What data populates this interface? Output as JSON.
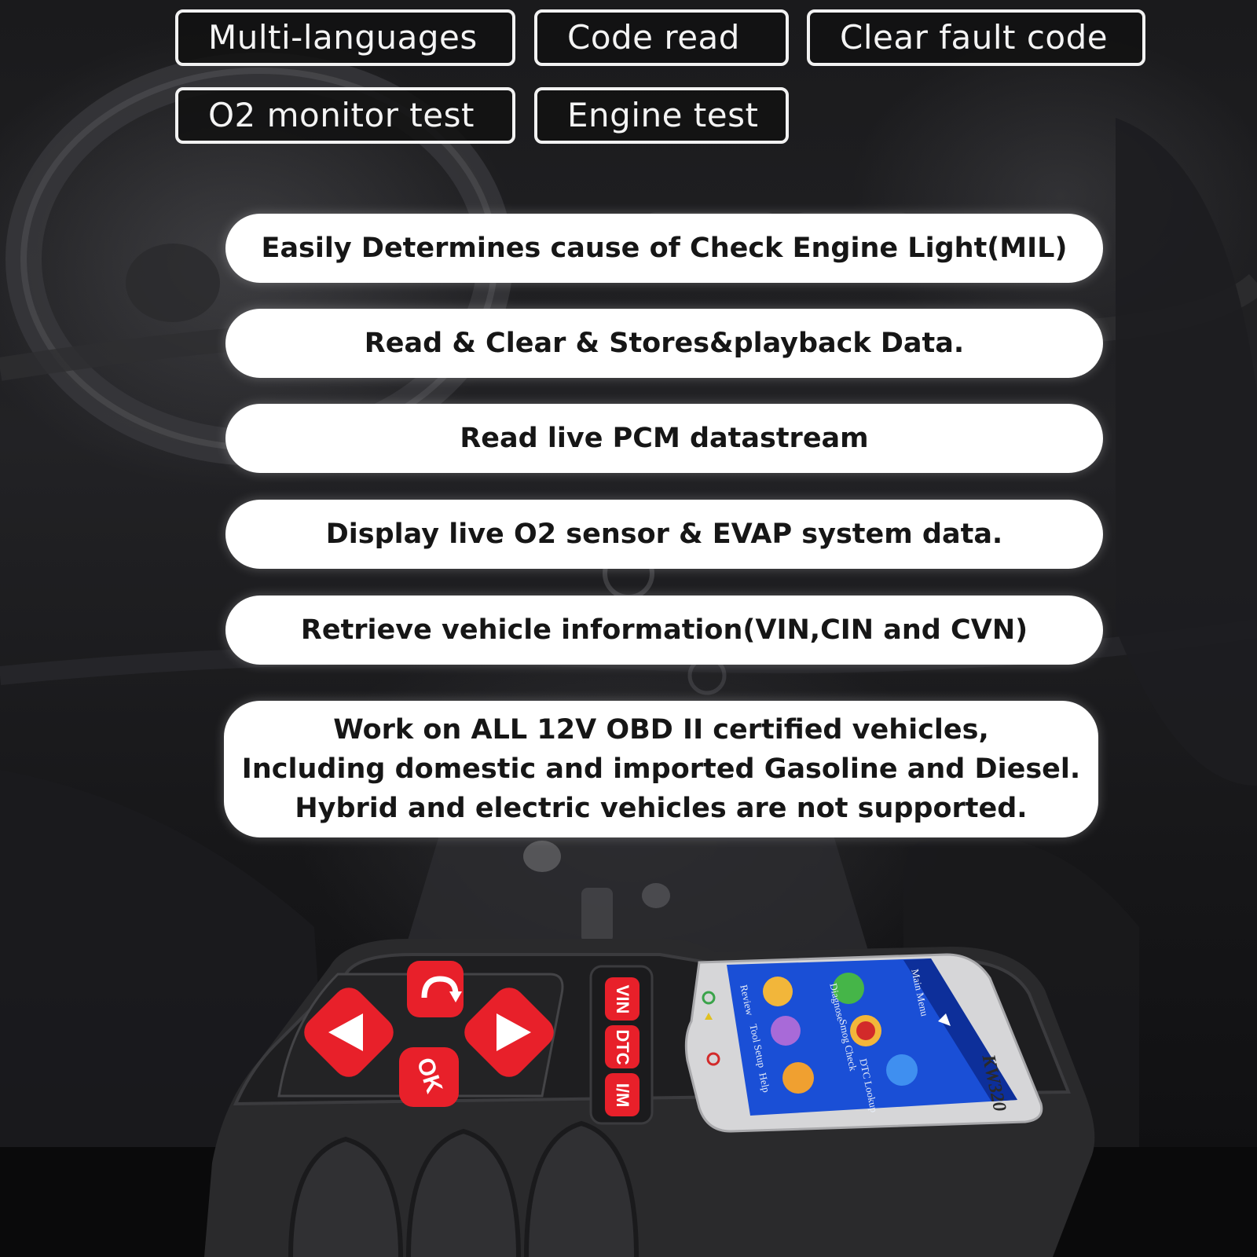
{
  "feature_tags": [
    "Multi-languages",
    "Code read",
    "Clear fault code",
    "O2 monitor test",
    "Engine test"
  ],
  "features": [
    "Easily Determines cause of Check Engine Light(MIL)",
    "Read & Clear & Stores&playback Data.",
    "Read live PCM datastream",
    "Display live O2 sensor & EVAP system data.",
    "Retrieve vehicle information(VIN,CIN and CVN)"
  ],
  "compatibility": {
    "line1": "Work on ALL 12V OBD II certified vehicles,",
    "line2": "Including domestic and imported Gasoline and Diesel.",
    "line3": "Hybrid and electric vehicles are not supported."
  },
  "device": {
    "model": "KW320",
    "ok_button": "OK",
    "side_buttons": [
      "VIN",
      "DTC",
      "I/M"
    ],
    "screen_header": "Main Menu",
    "screen_menu": [
      "Diagnose",
      "Review",
      "Smog Check",
      "Tool Setup",
      "DTC Lookup",
      "Help"
    ],
    "colors": {
      "button_red": "#e8202a",
      "screen_blue": "#1a4fd6",
      "body": "#2a2a2c"
    }
  }
}
